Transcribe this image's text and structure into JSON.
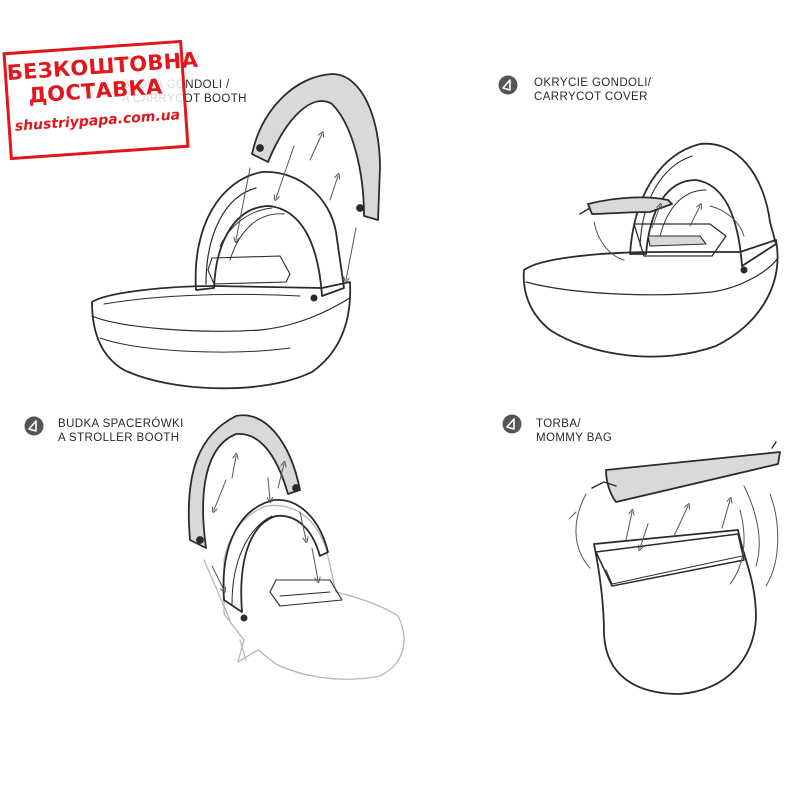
{
  "panels": [
    {
      "id": "carrycot-booth",
      "label_lines": [
        "BUDKA GONDOLI /",
        "A CARRYCOT BOOTH"
      ]
    },
    {
      "id": "carrycot-cover",
      "label_lines": [
        "OKRYCIE GONDOLI/",
        "CARRYCOT COVER"
      ]
    },
    {
      "id": "stroller-booth",
      "label_lines": [
        "BUDKA SPACERÓWKI",
        "A STROLLER BOOTH"
      ]
    },
    {
      "id": "mommy-bag",
      "label_lines": [
        "TORBA/",
        "MOMMY BAG"
      ]
    }
  ],
  "stamp": {
    "line1": "БЕЗКОШТОВНА",
    "line2": "ДОСТАВКА",
    "url": "shustriypapa.com.ua",
    "color": "#e3161b"
  },
  "colors": {
    "outline": "#2b2b2b",
    "fill_gray": "#d9d9d9",
    "badge": "#555555"
  },
  "icons": {
    "step_badge": "step-badge-icon",
    "canopy": "canopy-icon",
    "carrycot": "carrycot-icon",
    "cover": "carrycot-cover-icon",
    "bag": "mommy-bag-icon"
  }
}
